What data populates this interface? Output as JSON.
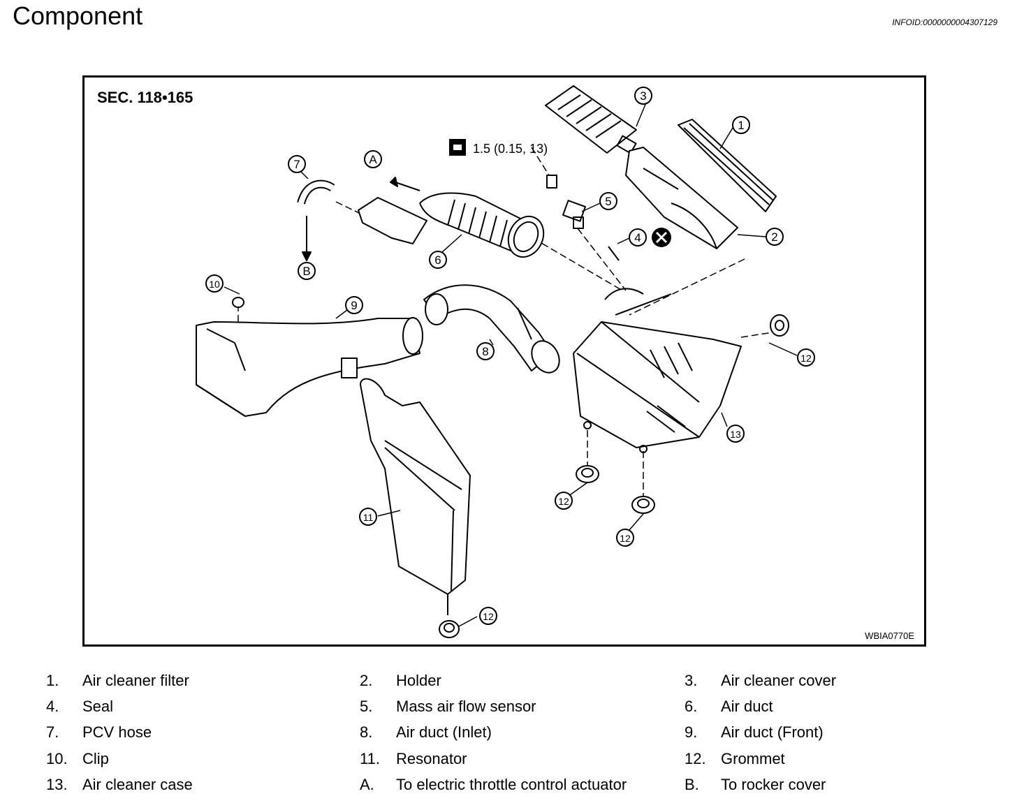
{
  "header": {
    "title": "Component",
    "info_id": "INFOID:0000000004307129"
  },
  "figure": {
    "section_label": "SEC. 118•165",
    "figure_code": "WBIA0770E",
    "torque_spec": "1.5 (0.15, 13)",
    "callouts": [
      "1",
      "2",
      "3",
      "4",
      "5",
      "6",
      "7",
      "8",
      "9",
      "10",
      "11",
      "12",
      "13",
      "A",
      "B"
    ]
  },
  "legend": [
    {
      "num": "1.",
      "label": "Air cleaner filter"
    },
    {
      "num": "2.",
      "label": "Holder"
    },
    {
      "num": "3.",
      "label": "Air cleaner cover"
    },
    {
      "num": "4.",
      "label": "Seal"
    },
    {
      "num": "5.",
      "label": "Mass air flow sensor"
    },
    {
      "num": "6.",
      "label": "Air duct"
    },
    {
      "num": "7.",
      "label": "PCV hose"
    },
    {
      "num": "8.",
      "label": "Air duct (Inlet)"
    },
    {
      "num": "9.",
      "label": "Air duct (Front)"
    },
    {
      "num": "10.",
      "label": "Clip"
    },
    {
      "num": "11.",
      "label": "Resonator"
    },
    {
      "num": "12.",
      "label": "Grommet"
    },
    {
      "num": "13.",
      "label": "Air cleaner case"
    },
    {
      "num": "A.",
      "label": "To electric throttle control actuator"
    },
    {
      "num": "B.",
      "label": "To rocker cover"
    }
  ]
}
